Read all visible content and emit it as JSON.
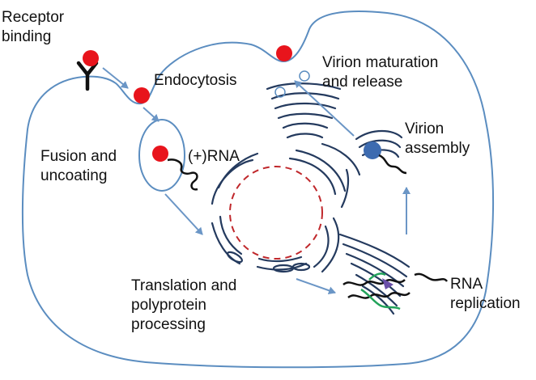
{
  "labels": {
    "receptor_binding": [
      "Receptor",
      "binding"
    ],
    "endocytosis": "Endocytosis",
    "fusion_uncoating": [
      "Fusion and",
      "uncoating"
    ],
    "plus_rna": "(+)RNA",
    "translation": [
      "Translation and",
      "polyprotein",
      "processing"
    ],
    "rna_replication": [
      "RNA",
      "replication"
    ],
    "virion_assembly": [
      "Virion",
      "assembly"
    ],
    "virion_maturation": [
      "Virion maturation",
      "and release"
    ]
  },
  "colors": {
    "cell_membrane": "#5b8dc0",
    "arrow": "#6b96c6",
    "organelle": "#243a5e",
    "virion": "#e8141c",
    "nucleus": "#c0282c",
    "assembly_virion": "#3d6bb0",
    "rna": "#111111",
    "new_strand": "#22a35a",
    "polymerase": "#6a4fa8"
  }
}
